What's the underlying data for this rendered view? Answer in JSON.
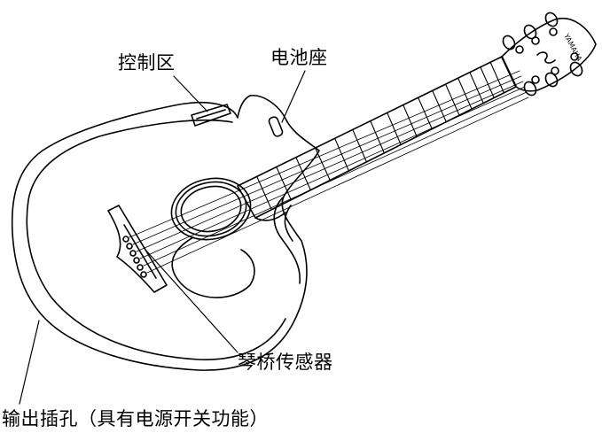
{
  "labels": {
    "controls": "控制区",
    "battery": "电池座",
    "bridge_pickup": "琴桥传感器",
    "output_jack": "输出插孔（具有电源开关功能）"
  },
  "headstock_brand": "YAMAHA",
  "colors": {
    "line": "#000000",
    "background": "#ffffff"
  }
}
